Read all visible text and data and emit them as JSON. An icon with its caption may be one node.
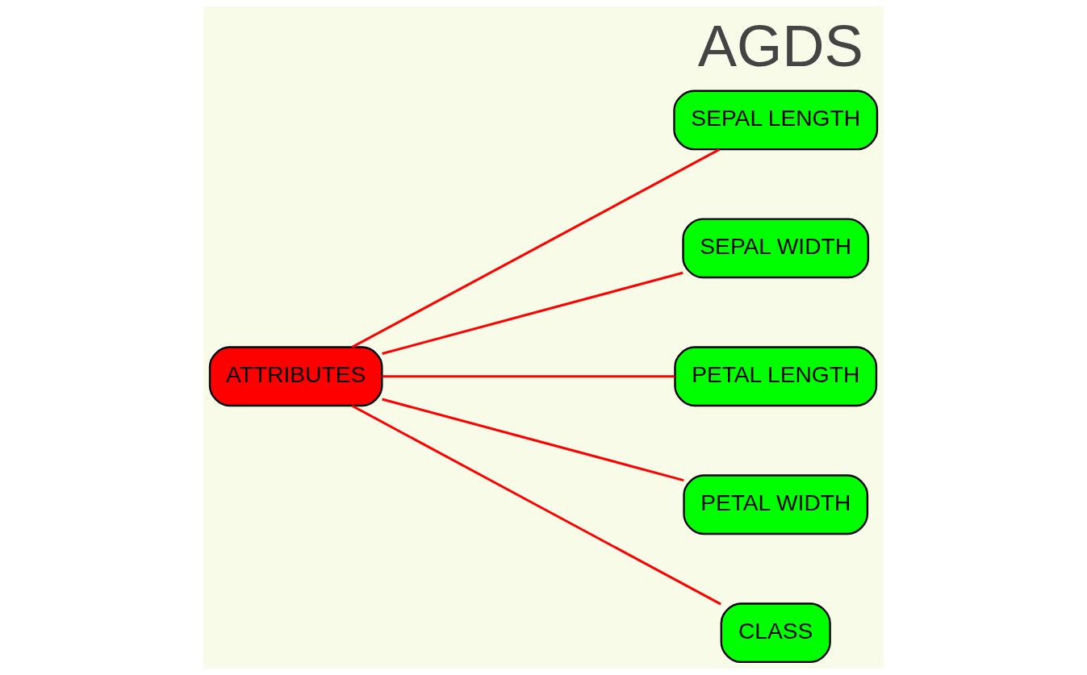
{
  "diagram": {
    "title": "AGDS",
    "nodes": [
      {
        "text": [
          "ATTRIBUTES"
        ]
      },
      {
        "text": [
          "SEPAL LENGTH"
        ]
      },
      {
        "text": [
          "SEPAL WIDTH"
        ]
      },
      {
        "text": [
          "PETAL LENGTH"
        ]
      },
      {
        "text": [
          "PETAL WIDTH"
        ]
      },
      {
        "text": [
          "CLASS"
        ]
      }
    ],
    "edges": [
      {
        "from": 0,
        "to": 1,
        "arrow": "none"
      },
      {
        "from": 0,
        "to": 2,
        "arrow": "none"
      },
      {
        "from": 0,
        "to": 3,
        "arrow": "none"
      },
      {
        "from": 0,
        "to": 4,
        "arrow": "none"
      },
      {
        "from": 0,
        "to": 5,
        "arrow": "none"
      }
    ]
  }
}
